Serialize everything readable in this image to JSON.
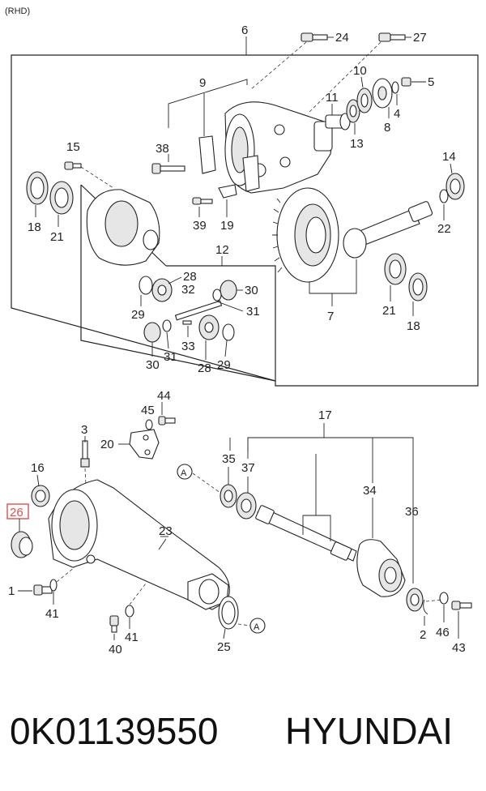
{
  "variant_label": "(RHD)",
  "callouts": {
    "c1": "1",
    "c2": "2",
    "c3": "3",
    "c4": "4",
    "c5": "5",
    "c6": "6",
    "c7": "7",
    "c8": "8",
    "c9": "9",
    "c10": "10",
    "c11": "11",
    "c12": "12",
    "c13": "13",
    "c14": "14",
    "c15": "15",
    "c16": "16",
    "c17": "17",
    "c18a": "18",
    "c18b": "18",
    "c19": "19",
    "c20": "20",
    "c21a": "21",
    "c21b": "21",
    "c22": "22",
    "c23": "23",
    "c24": "24",
    "c25": "25",
    "c26": "26",
    "c27": "27",
    "c28a": "28",
    "c28b": "28",
    "c29a": "29",
    "c29b": "29",
    "c30a": "30",
    "c30b": "30",
    "c31a": "31",
    "c31b": "31",
    "c32": "32",
    "c33": "33",
    "c34": "34",
    "c35": "35",
    "c36": "36",
    "c37": "37",
    "c38": "38",
    "c39": "39",
    "c40": "40",
    "c41a": "41",
    "c41b": "41",
    "c43": "43",
    "c44": "44",
    "c45": "45",
    "c46": "46"
  },
  "ref_marks": {
    "a1": "A",
    "a2": "A"
  },
  "highlight": {
    "part": "26",
    "color": "#d9534f"
  },
  "footer": {
    "part_number": "0K01139550",
    "brand": "HYUNDAI"
  }
}
